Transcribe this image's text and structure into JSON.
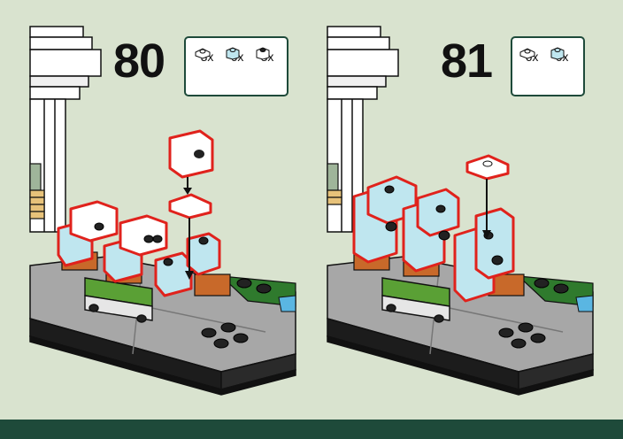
{
  "steps": [
    {
      "number": "80",
      "parts": [
        {
          "icon": "white-plate-1x1-icon",
          "qty": "3x"
        },
        {
          "icon": "trans-light-blue-brick-1x1-icon",
          "qty": "6x"
        },
        {
          "icon": "black-brick-1x1-icon",
          "qty": "3x"
        }
      ]
    },
    {
      "number": "81",
      "parts": [
        {
          "icon": "white-plate-1x1-icon",
          "qty": "6x"
        },
        {
          "icon": "trans-light-blue-brick-1x1-icon",
          "qty": "6x"
        }
      ]
    }
  ],
  "colors": {
    "background": "#d9e3cf",
    "footer": "#1e4a3a",
    "highlight": "#e0221c",
    "trans_blue": "#bfe6ef",
    "plate_grey": "#9a9a9a",
    "bus_green": "#5aa035",
    "brick_orange": "#c8692a"
  }
}
